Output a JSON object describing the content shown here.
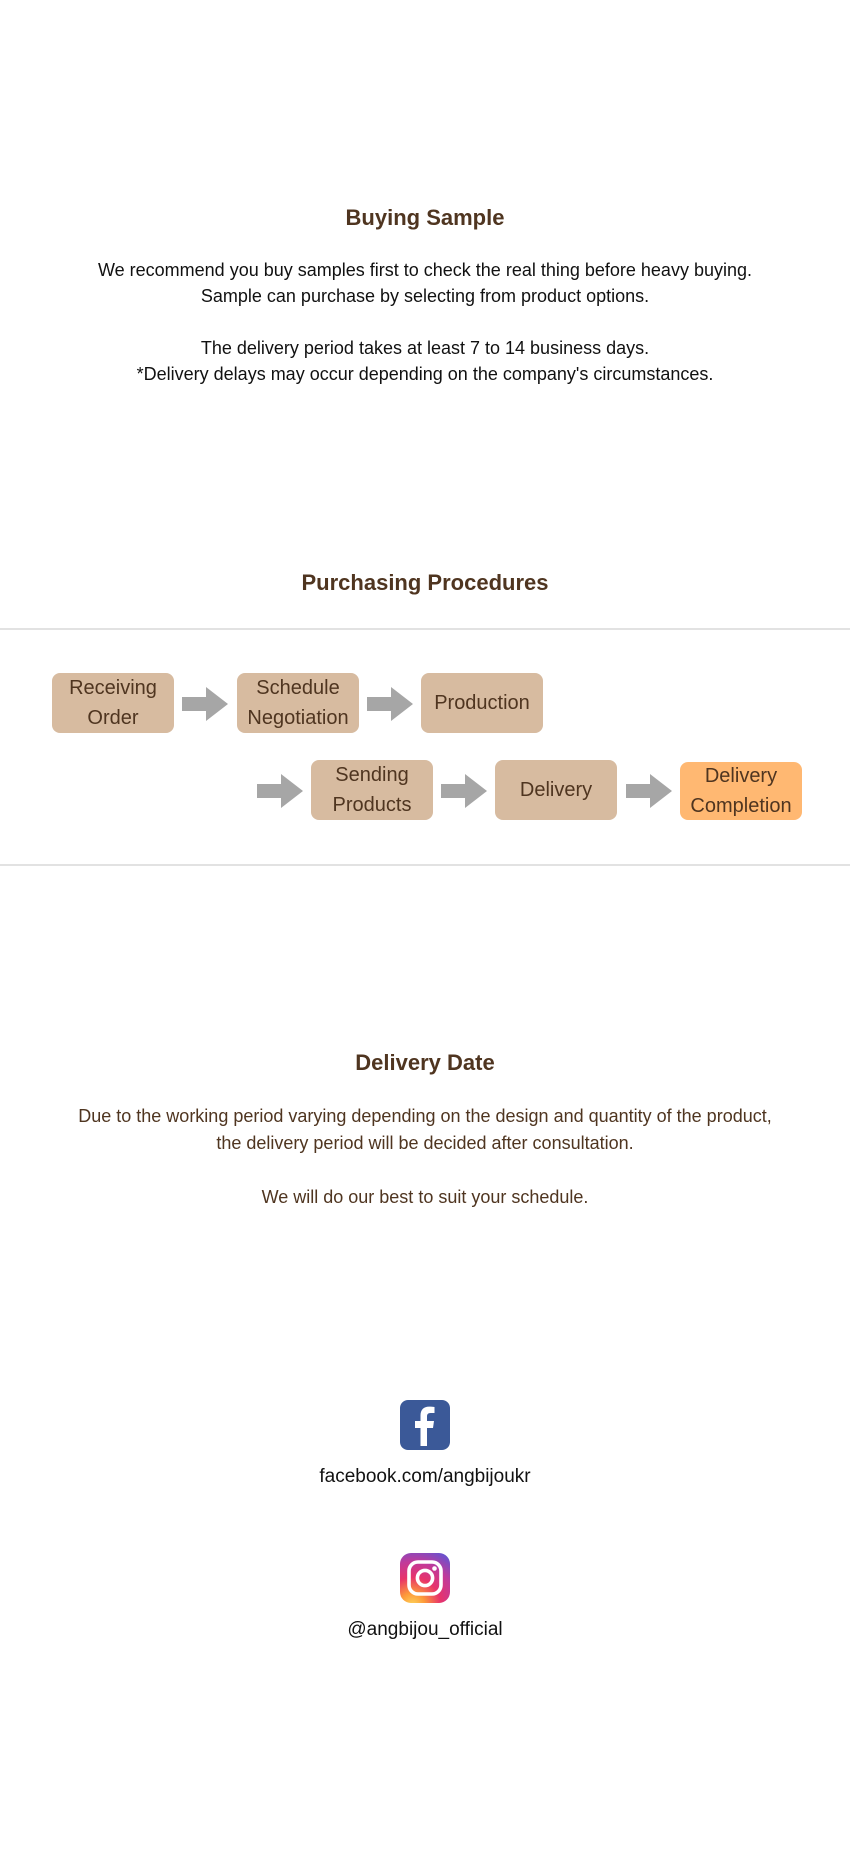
{
  "buying_sample": {
    "title": "Buying Sample",
    "lines": [
      "We recommend you buy samples first to check the real thing before heavy buying.",
      "Sample can purchase by selecting from product options.",
      "The delivery period takes at least 7 to 14 business days.",
      "*Delivery delays may occur depending on the company's circumstances."
    ]
  },
  "purchasing_procedures": {
    "title": "Purchasing Procedures",
    "steps": [
      {
        "line1": "Receiving",
        "line2": "Order"
      },
      {
        "line1": "Schedule",
        "line2": "Negotiation"
      },
      {
        "line1": "Production",
        "line2": ""
      },
      {
        "line1": "Sending",
        "line2": "Products"
      },
      {
        "line1": "Delivery",
        "line2": ""
      },
      {
        "line1": "Delivery",
        "line2": "Completion"
      }
    ],
    "colors": {
      "step": "#d7bba0",
      "final_step": "#ffb872",
      "arrow": "#a6a6a6"
    }
  },
  "delivery_date": {
    "title": "Delivery Date",
    "lines": [
      "Due to the working period varying depending on the design and quantity of the product,",
      "the delivery period will be decided after consultation.",
      "We will do our best to suit your schedule."
    ]
  },
  "social": {
    "facebook": {
      "icon": "facebook-icon",
      "label": "facebook.com/angbijoukr"
    },
    "instagram": {
      "icon": "instagram-icon",
      "label": "@angbijou_official"
    }
  }
}
